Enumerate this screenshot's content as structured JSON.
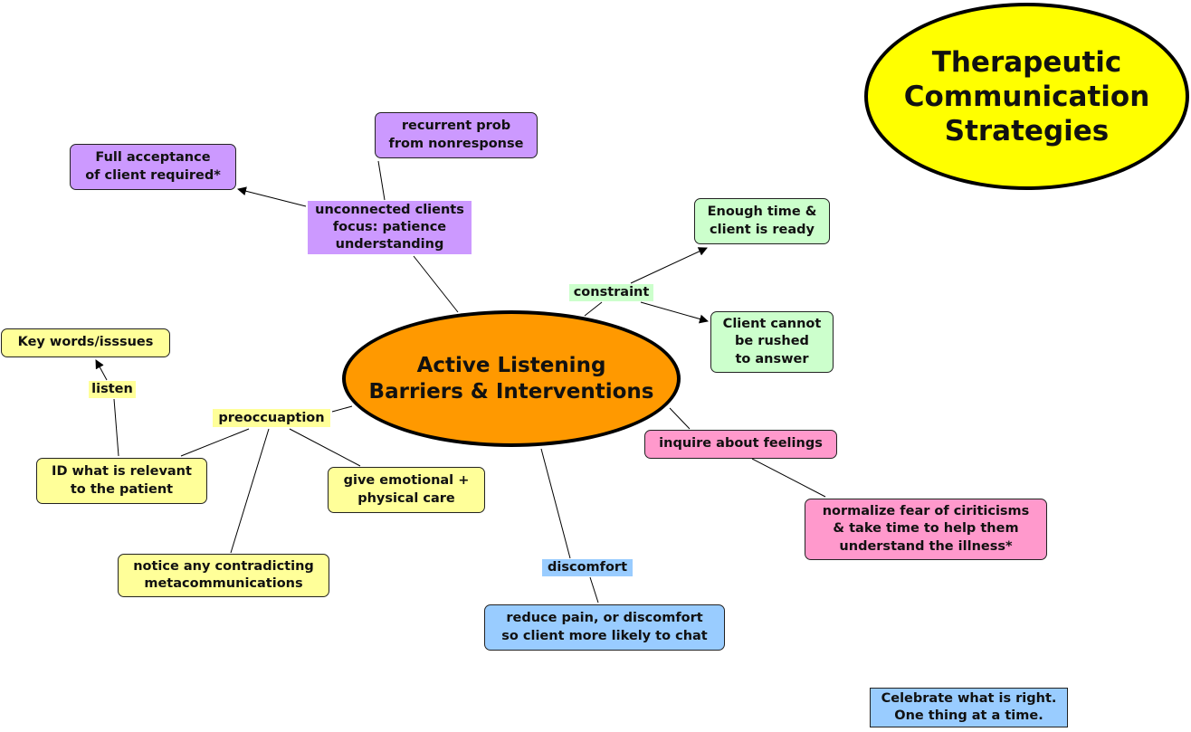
{
  "title": "Therapeutic\nCommunication\nStrategies",
  "center": "Active Listening\nBarriers & Interventions",
  "colors": {
    "title_fill": "#ffff00",
    "center_fill": "#ff9900",
    "purple": "#cc99ff",
    "green": "#ccffcc",
    "yellow": "#ffff99",
    "pink": "#ff99cc",
    "blue": "#99ccff"
  },
  "nodes": {
    "full_acceptance": "Full acceptance\nof client required*",
    "recurrent_prob": "recurrent prob\nfrom nonresponse",
    "enough_time": "Enough time &\nclient is ready",
    "cannot_rush": "Client cannot\nbe rushed\nto answer",
    "key_words": "Key words/isssues",
    "id_relevant": "ID what is relevant\nto the patient",
    "emotional_care": "give emotional +\nphysical care",
    "contradicting": "notice any contradicting\nmetacommunications",
    "inquire_feelings": "inquire about feelings",
    "normalize_fear": "normalize fear of ciriticisms\n& take time to help them\nunderstand the illness*",
    "reduce_pain": "reduce pain, or discomfort\nso client more likely to chat",
    "celebrate": "Celebrate what is right.\nOne thing at a time."
  },
  "labels": {
    "unconnected": "unconnected clients\nfocus: patience\nunderstanding",
    "constraint": "constraint",
    "preoccupation": "preoccuaption",
    "listen": "listen",
    "discomfort": "discomfort"
  }
}
